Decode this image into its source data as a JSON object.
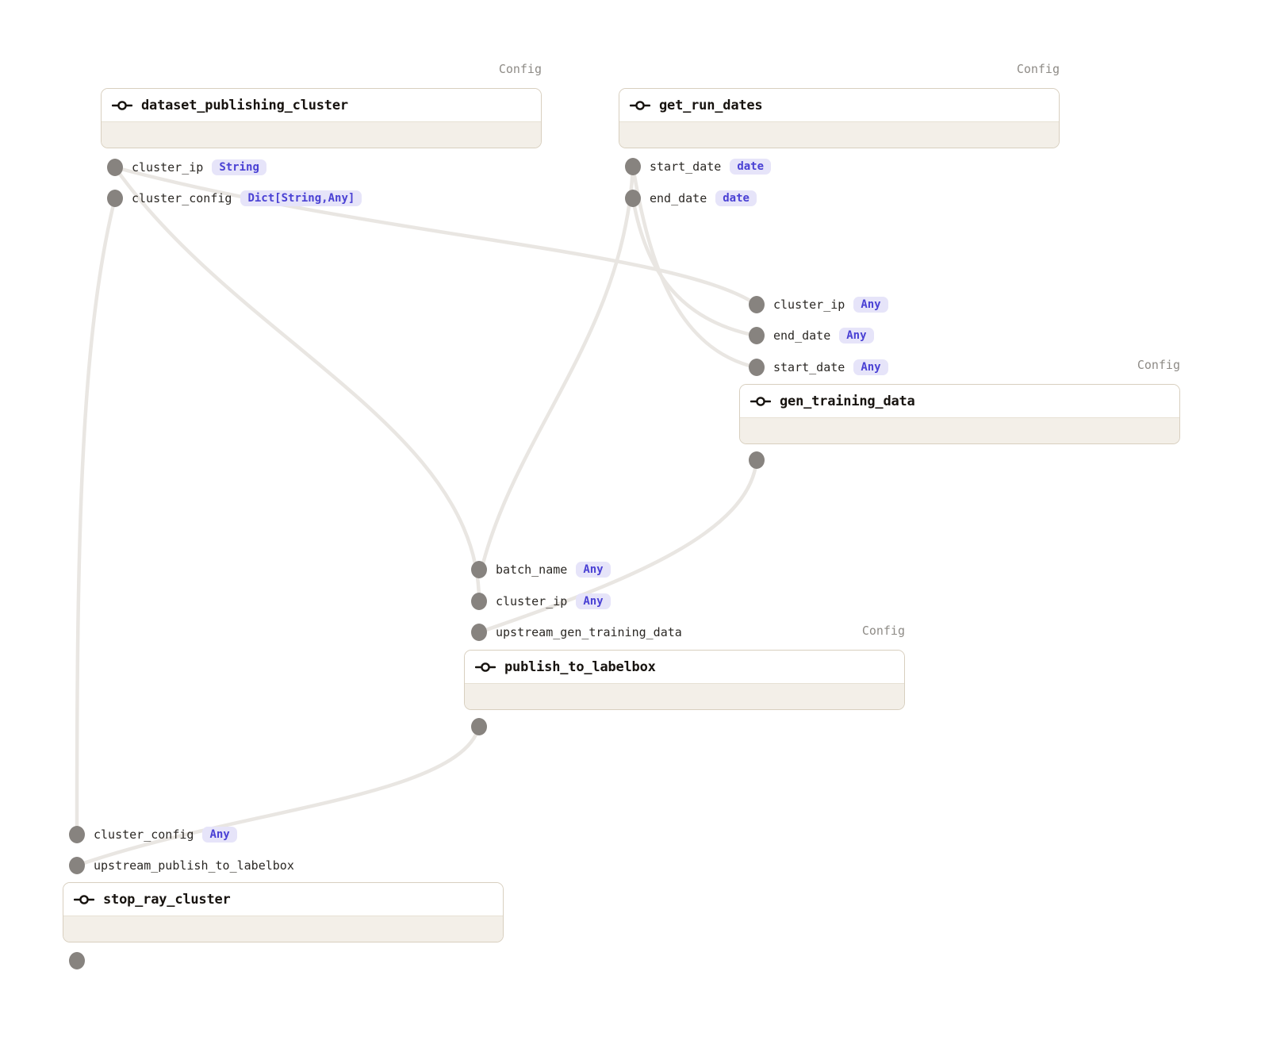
{
  "diagram": {
    "nodes": [
      {
        "id": "dataset_publishing_cluster",
        "title": "dataset_publishing_cluster",
        "tag": "Config",
        "ports": [
          {
            "name": "cluster_ip",
            "type": "String"
          },
          {
            "name": "cluster_config",
            "type": "Dict[String,Any]"
          }
        ]
      },
      {
        "id": "get_run_dates",
        "title": "get_run_dates",
        "tag": "Config",
        "ports": [
          {
            "name": "start_date",
            "type": "date"
          },
          {
            "name": "end_date",
            "type": "date"
          }
        ]
      },
      {
        "id": "gen_training_data",
        "title": "gen_training_data",
        "tag": "Config",
        "ports": [
          {
            "name": "cluster_ip",
            "type": "Any"
          },
          {
            "name": "end_date",
            "type": "Any"
          },
          {
            "name": "start_date",
            "type": "Any"
          }
        ]
      },
      {
        "id": "publish_to_labelbox",
        "title": "publish_to_labelbox",
        "tag": "Config",
        "ports": [
          {
            "name": "batch_name",
            "type": "Any"
          },
          {
            "name": "cluster_ip",
            "type": "Any"
          },
          {
            "name": "upstream_gen_training_data",
            "type": null
          }
        ]
      },
      {
        "id": "stop_ray_cluster",
        "title": "stop_ray_cluster",
        "tag": null,
        "ports": [
          {
            "name": "cluster_config",
            "type": "Any"
          },
          {
            "name": "upstream_publish_to_labelbox",
            "type": null
          }
        ]
      }
    ],
    "edges": [
      {
        "from": "dataset_publishing_cluster.cluster_ip",
        "to": "gen_training_data.cluster_ip"
      },
      {
        "from": "dataset_publishing_cluster.cluster_ip",
        "to": "publish_to_labelbox.cluster_ip"
      },
      {
        "from": "dataset_publishing_cluster.cluster_config",
        "to": "stop_ray_cluster.cluster_config"
      },
      {
        "from": "get_run_dates.start_date",
        "to": "gen_training_data.start_date"
      },
      {
        "from": "get_run_dates.end_date",
        "to": "gen_training_data.end_date"
      },
      {
        "from": "get_run_dates.start_date",
        "to": "publish_to_labelbox.batch_name"
      },
      {
        "from": "gen_training_data.out",
        "to": "publish_to_labelbox.upstream_gen_training_data"
      },
      {
        "from": "publish_to_labelbox.out",
        "to": "stop_ray_cluster.upstream_publish_to_labelbox"
      }
    ],
    "colors": {
      "badge_bg": "#e6e4f9",
      "badge_text": "#4a41d4",
      "edge": "#e9e6e2",
      "dot": "#87837f",
      "box_border": "#d8cfbf",
      "box_body": "#f3efe8"
    }
  }
}
